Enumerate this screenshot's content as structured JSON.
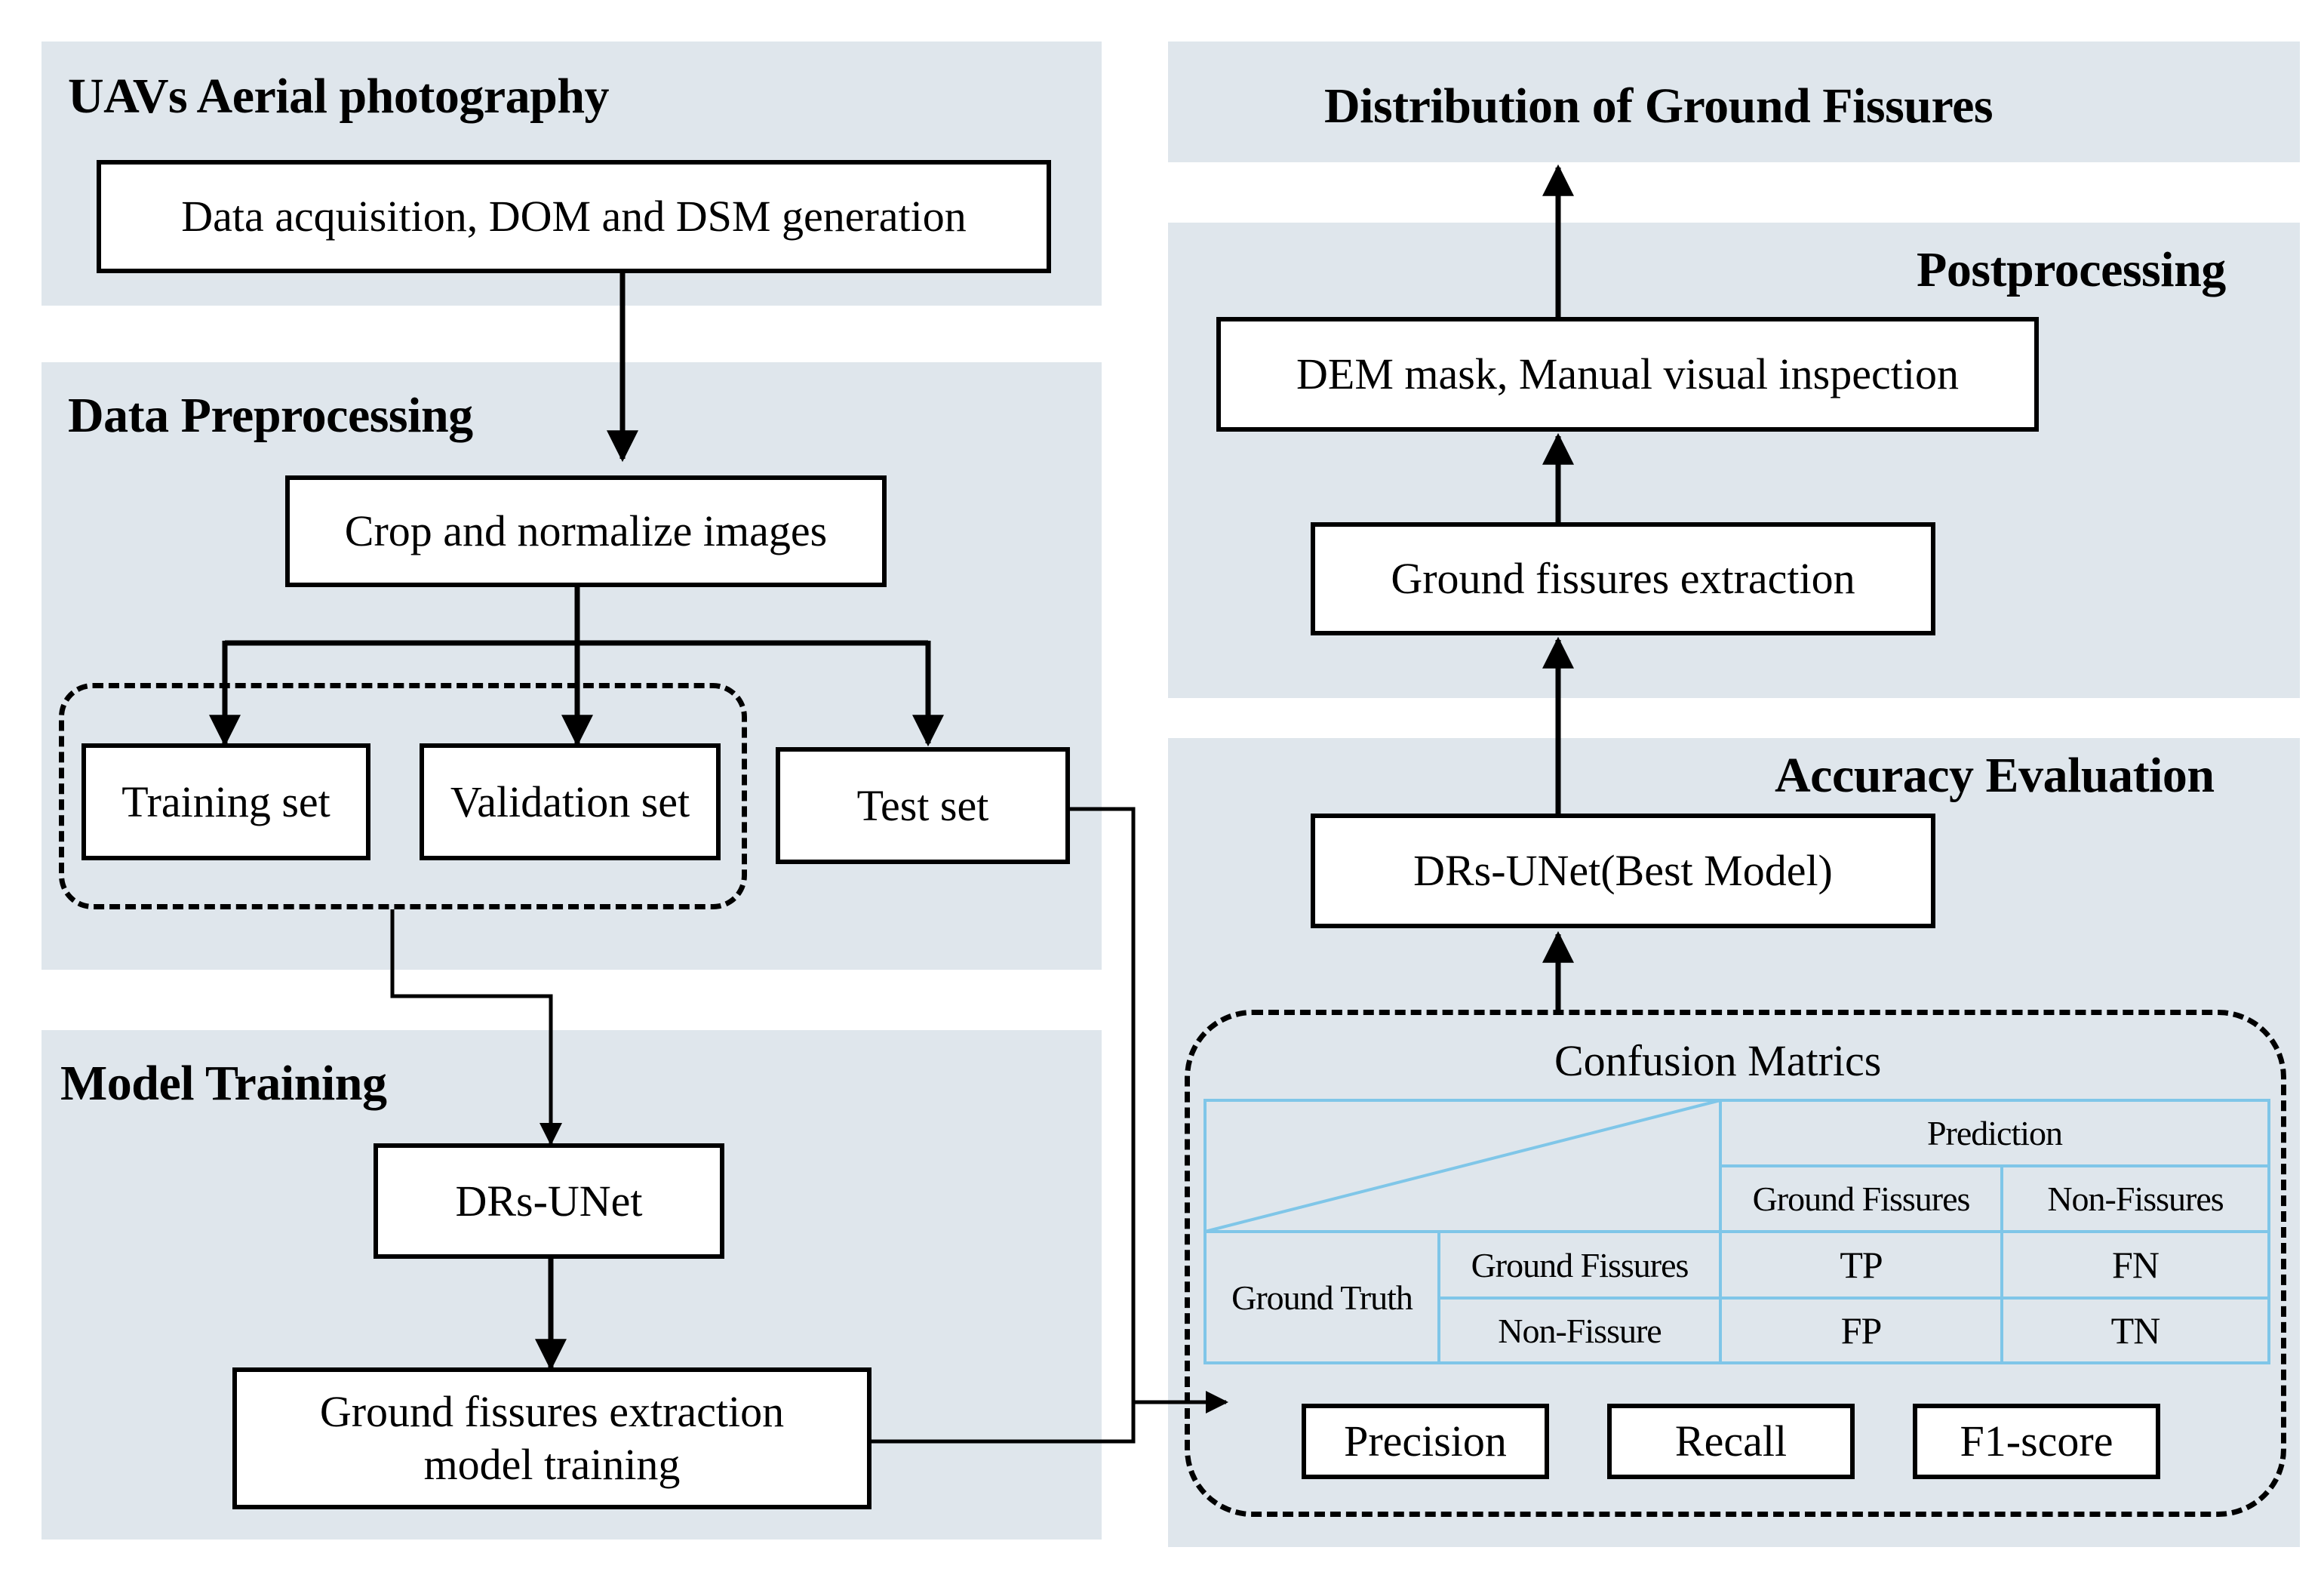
{
  "left": {
    "uav": {
      "title": "UAVs  Aerial photography",
      "box_acquisition": "Data acquisition, DOM and DSM generation"
    },
    "preprocessing": {
      "title": "Data Preprocessing",
      "box_crop": "Crop and normalize images",
      "box_training": "Training set",
      "box_validation": "Validation set",
      "box_test": "Test set"
    },
    "training": {
      "title": "Model Training",
      "box_model": "DRs-UNet",
      "box_train_line1": "Ground fissures extraction",
      "box_train_line2": "model training"
    }
  },
  "right": {
    "distribution": {
      "title": "Distribution of Ground Fissures"
    },
    "postprocessing": {
      "title": "Postprocessing",
      "box_mask": "DEM mask, Manual visual inspection",
      "box_extraction": "Ground fissures extraction"
    },
    "evaluation": {
      "title": "Accuracy Evaluation",
      "box_best": "DRs-UNet(Best Model)",
      "confusion": {
        "title": "Confusion Matrics",
        "prediction": "Prediction",
        "pred_fissures": "Ground Fissures",
        "pred_non": "Non-Fissures",
        "ground_truth": "Ground Truth",
        "gt_fissures": "Ground Fissures",
        "gt_non": "Non-Fissure",
        "tp": "TP",
        "fn": "FN",
        "fp": "FP",
        "tn": "TN"
      },
      "metrics": {
        "precision": "Precision",
        "recall": "Recall",
        "f1": "F1-score"
      }
    }
  },
  "colors": {
    "panel_bg": "#dfe6ec",
    "table_line": "#7fc6e8"
  }
}
